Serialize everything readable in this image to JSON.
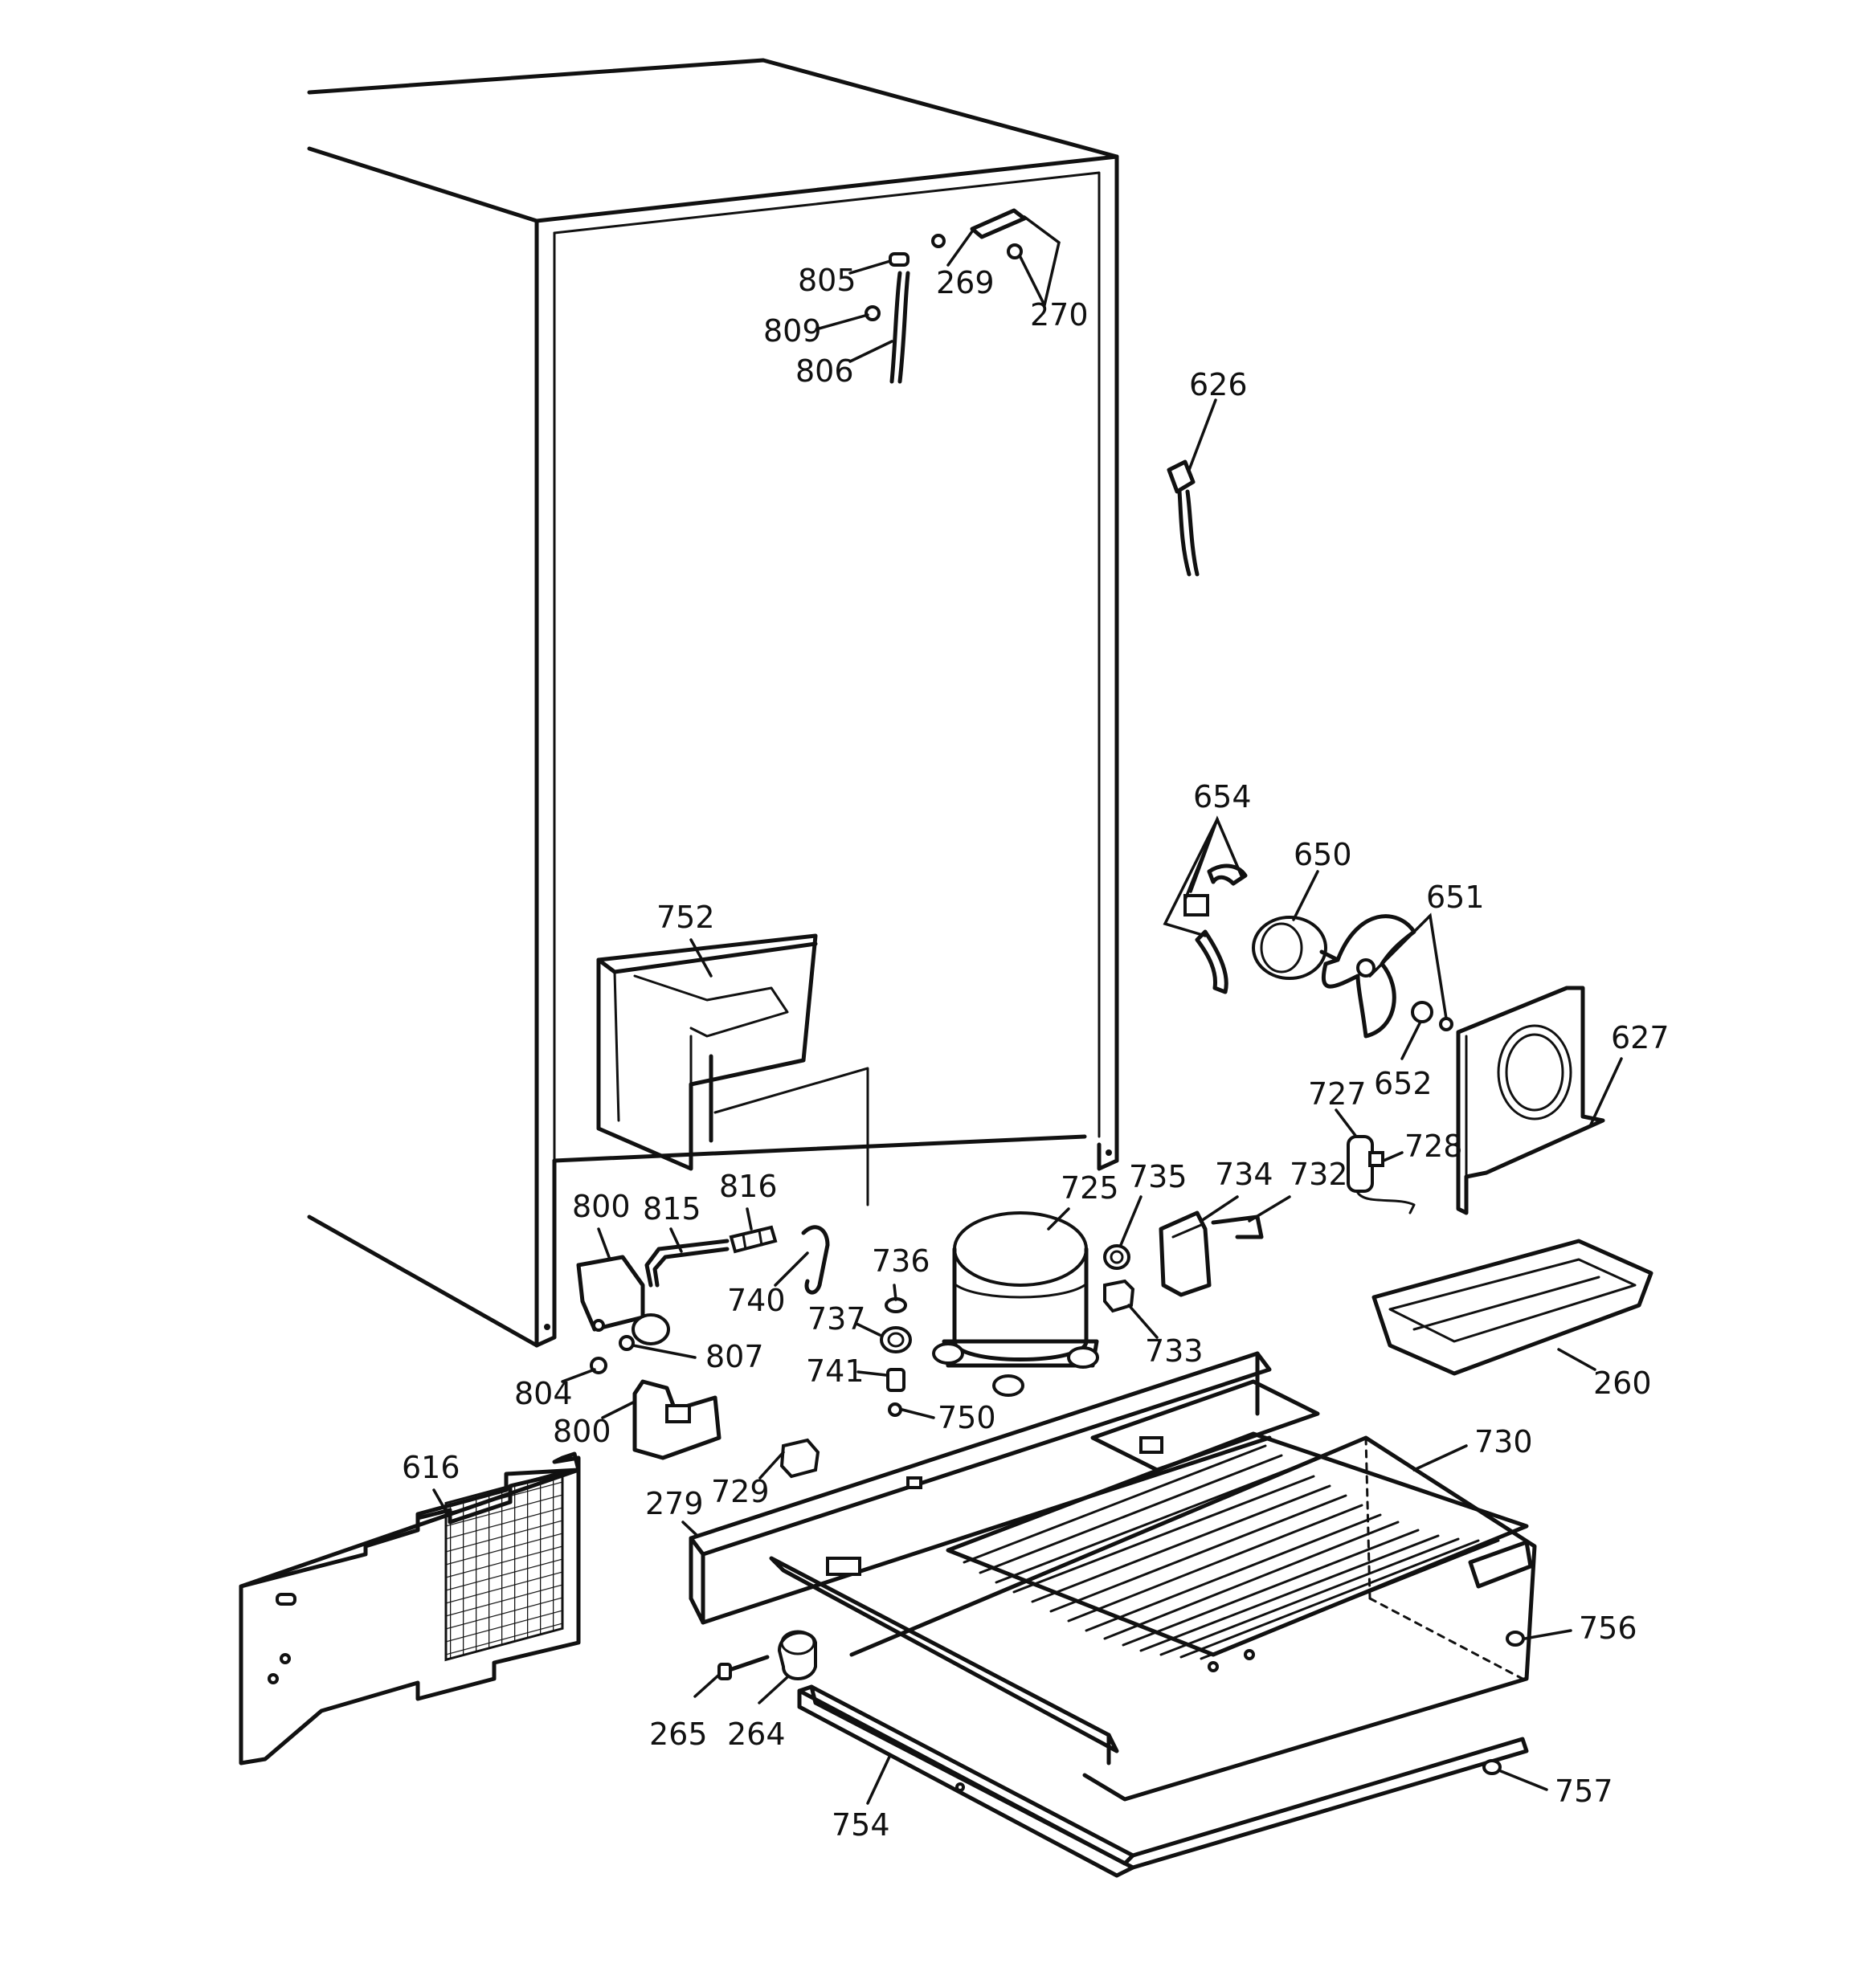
{
  "parts": [
    {
      "id": "p805",
      "number": "805"
    },
    {
      "id": "p809",
      "number": "809"
    },
    {
      "id": "p806",
      "number": "806"
    },
    {
      "id": "p269",
      "number": "269"
    },
    {
      "id": "p270",
      "number": "270"
    },
    {
      "id": "p626",
      "number": "626"
    },
    {
      "id": "p654",
      "number": "654"
    },
    {
      "id": "p650",
      "number": "650"
    },
    {
      "id": "p651",
      "number": "651"
    },
    {
      "id": "p627",
      "number": "627"
    },
    {
      "id": "p652",
      "number": "652"
    },
    {
      "id": "p727",
      "number": "727"
    },
    {
      "id": "p728",
      "number": "728"
    },
    {
      "id": "p752",
      "number": "752"
    },
    {
      "id": "p734",
      "number": "734"
    },
    {
      "id": "p732",
      "number": "732"
    },
    {
      "id": "p735",
      "number": "735"
    },
    {
      "id": "p725",
      "number": "725"
    },
    {
      "id": "p816",
      "number": "816"
    },
    {
      "id": "p800a",
      "number": "800"
    },
    {
      "id": "p815",
      "number": "815"
    },
    {
      "id": "p736",
      "number": "736"
    },
    {
      "id": "p740",
      "number": "740"
    },
    {
      "id": "p737",
      "number": "737"
    },
    {
      "id": "p733",
      "number": "733"
    },
    {
      "id": "p807",
      "number": "807"
    },
    {
      "id": "p741",
      "number": "741"
    },
    {
      "id": "p260",
      "number": "260"
    },
    {
      "id": "p804",
      "number": "804"
    },
    {
      "id": "p800b",
      "number": "800"
    },
    {
      "id": "p750",
      "number": "750"
    },
    {
      "id": "p730",
      "number": "730"
    },
    {
      "id": "p616",
      "number": "616"
    },
    {
      "id": "p729",
      "number": "729"
    },
    {
      "id": "p279",
      "number": "279"
    },
    {
      "id": "p756",
      "number": "756"
    },
    {
      "id": "p265",
      "number": "265"
    },
    {
      "id": "p264",
      "number": "264"
    },
    {
      "id": "p757",
      "number": "757"
    },
    {
      "id": "p754",
      "number": "754"
    }
  ]
}
